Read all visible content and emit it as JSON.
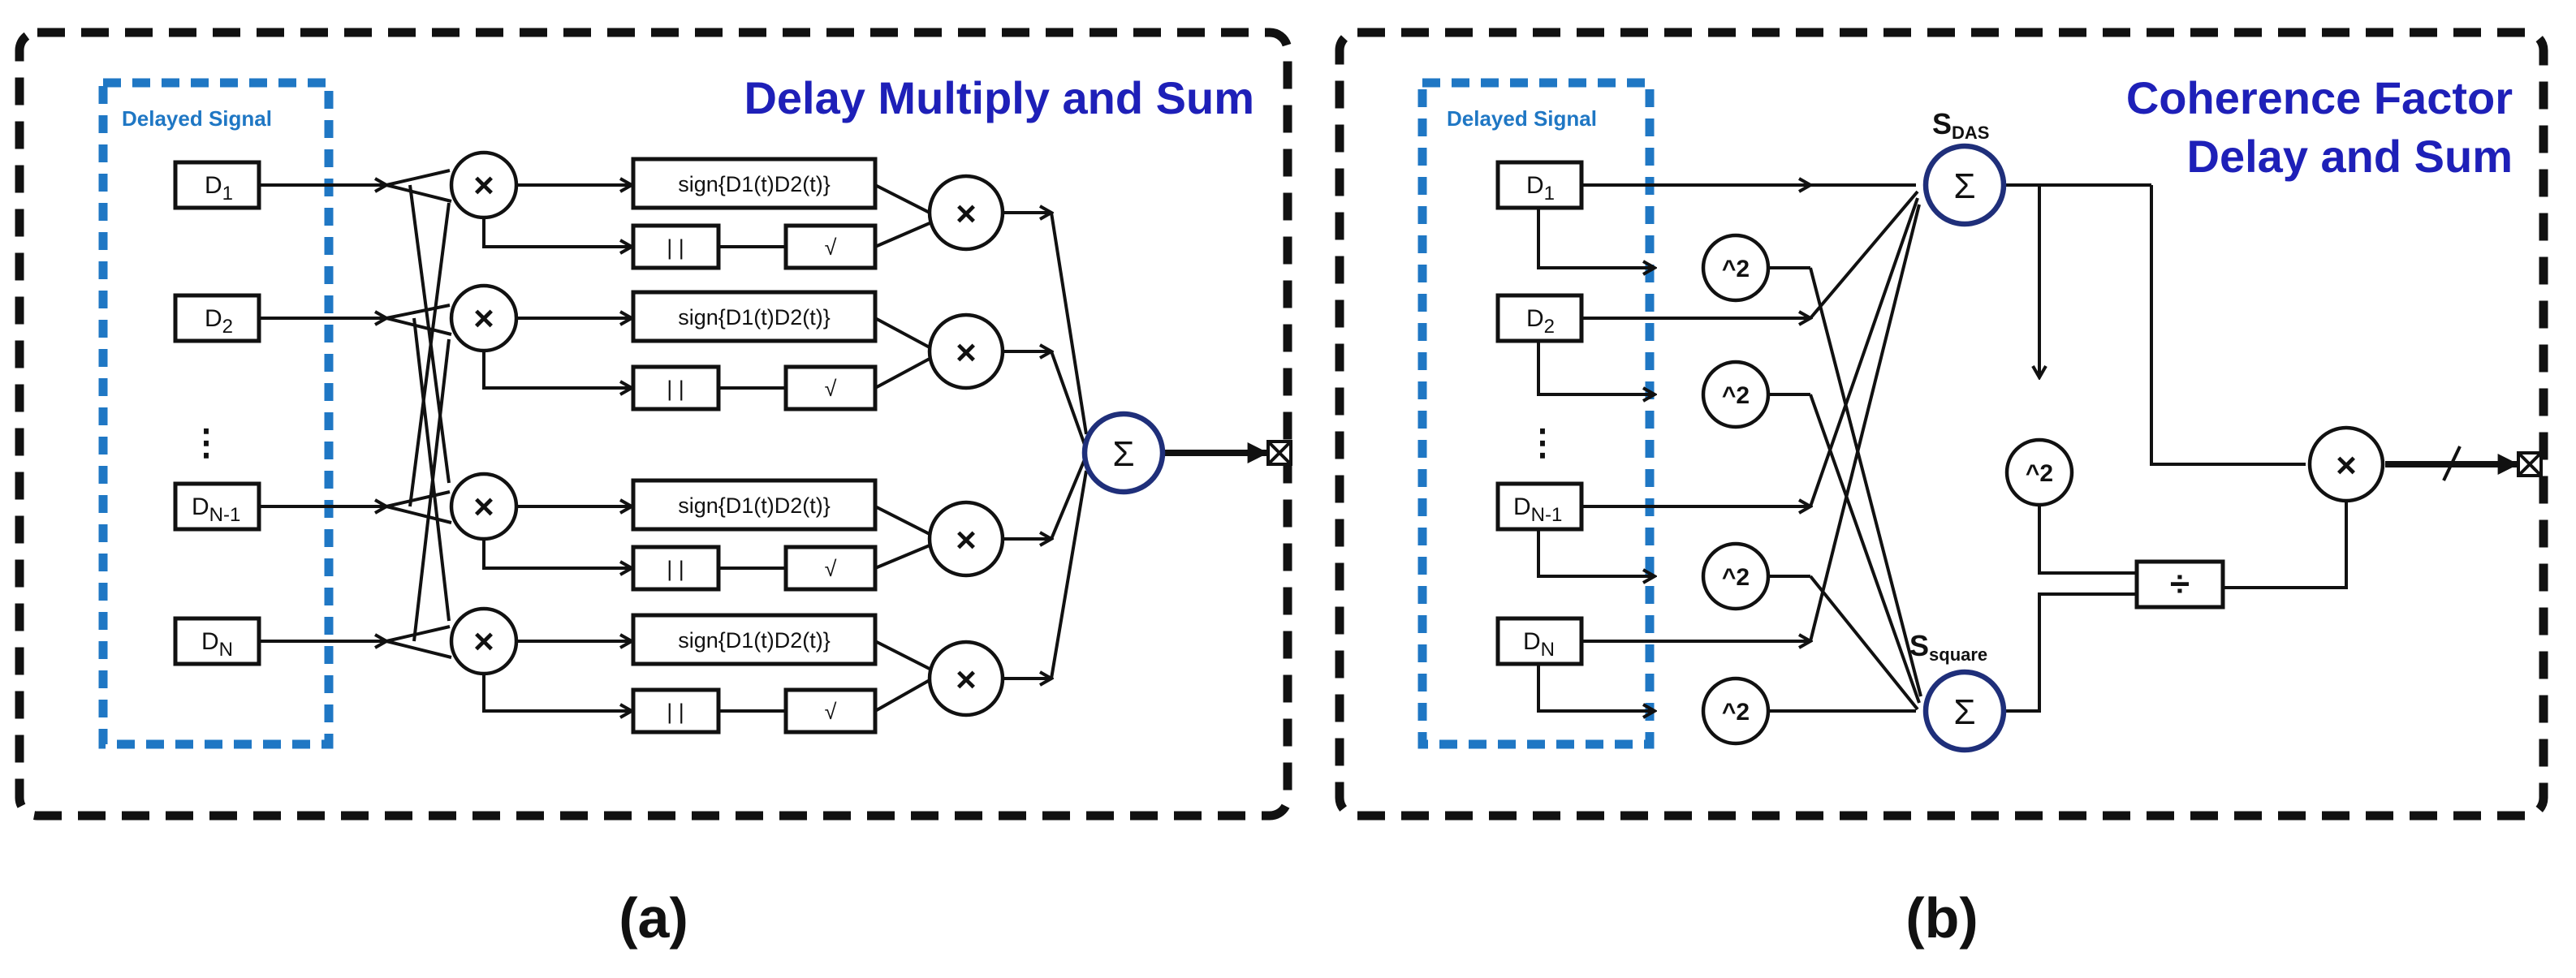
{
  "panel_a": {
    "label": "(a)",
    "title": "Delay Multiply and Sum",
    "delayed_signal_label": "Delayed Signal",
    "inputs": [
      {
        "main": "D",
        "sub": "1"
      },
      {
        "main": "D",
        "sub": "2"
      },
      {
        "main": "D",
        "sub": "N-1"
      },
      {
        "main": "D",
        "sub": "N"
      }
    ],
    "ellipsis": "⋮",
    "multiply_symbol": "×",
    "sum_symbol": "Σ",
    "sign_block": "sign{D1(t)D2(t)}",
    "abs_block": "| |",
    "sqrt_block": "√"
  },
  "panel_b": {
    "label": "(b)",
    "title_line1": "Coherence Factor",
    "title_line2": "Delay and Sum",
    "delayed_signal_label": "Delayed Signal",
    "inputs": [
      {
        "main": "D",
        "sub": "1"
      },
      {
        "main": "D",
        "sub": "2"
      },
      {
        "main": "D",
        "sub": "N-1"
      },
      {
        "main": "D",
        "sub": "N"
      }
    ],
    "ellipsis": "⋮",
    "square_block": "^2",
    "sum_symbol": "Σ",
    "s_das": {
      "main": "S",
      "sub": "DAS"
    },
    "s_square": {
      "main": "S",
      "sub": "square"
    },
    "divide_symbol": "÷",
    "multiply_symbol": "×"
  }
}
